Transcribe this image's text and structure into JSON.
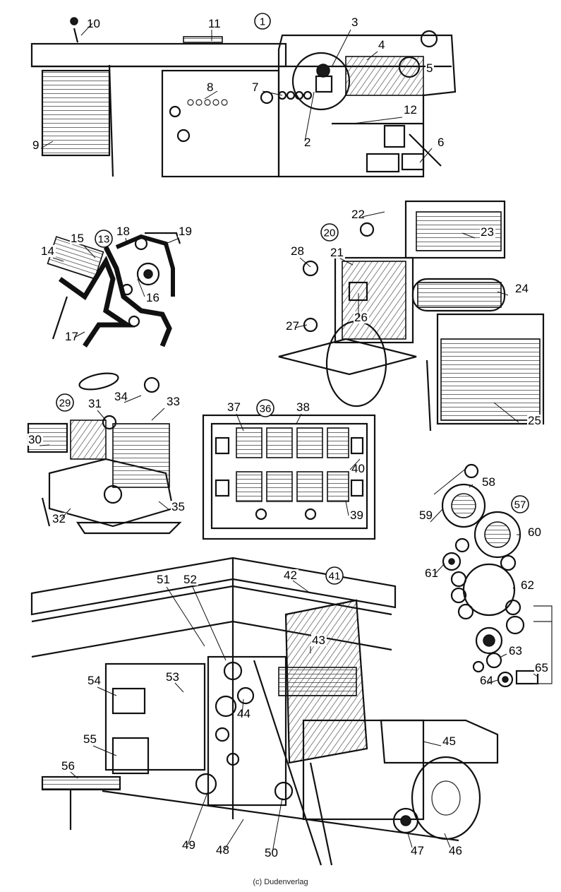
{
  "credit": "(c) Dudenverlag",
  "figures": [
    {
      "id": "1",
      "label": "1"
    },
    {
      "id": "13",
      "label": "13"
    },
    {
      "id": "20",
      "label": "20"
    },
    {
      "id": "29",
      "label": "29"
    },
    {
      "id": "36",
      "label": "36"
    },
    {
      "id": "41",
      "label": "41"
    },
    {
      "id": "57",
      "label": "57"
    }
  ],
  "callouts": [
    "2",
    "3",
    "4",
    "5",
    "6",
    "7",
    "8",
    "9",
    "10",
    "11",
    "12",
    "14",
    "15",
    "16",
    "17",
    "18",
    "19",
    "21",
    "22",
    "23",
    "24",
    "25",
    "26",
    "27",
    "28",
    "30",
    "31",
    "32",
    "33",
    "34",
    "35",
    "37",
    "38",
    "39",
    "40",
    "42",
    "43",
    "44",
    "45",
    "46",
    "47",
    "48",
    "49",
    "50",
    "51",
    "52",
    "53",
    "54",
    "55",
    "56",
    "58",
    "59",
    "60",
    "61",
    "62",
    "63",
    "64",
    "65"
  ]
}
